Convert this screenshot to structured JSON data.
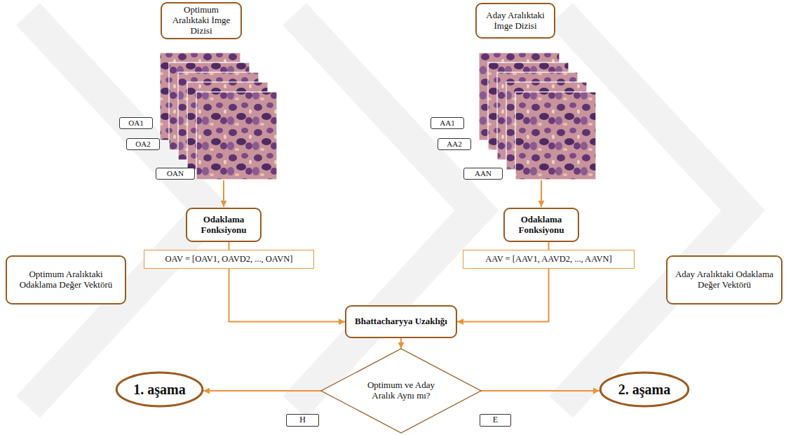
{
  "diagram": {
    "nodes": [
      {
        "text": [
          "Optimum Aralıktaki İmge Dizisi"
        ]
      },
      {
        "text": [
          "Aday Aralıktaki İmge Dizisi"
        ]
      },
      {
        "text": [
          "OA1"
        ]
      },
      {
        "text": [
          "AA1"
        ]
      },
      {
        "text": [
          "OA2"
        ]
      },
      {
        "text": [
          "AA2"
        ]
      },
      {
        "text": [
          "OAN"
        ]
      },
      {
        "text": [
          "AAN"
        ]
      },
      {
        "text": [
          "Odaklama Fonksiyonu"
        ]
      },
      {
        "text": [
          "Odaklama Fonksiyonu"
        ]
      },
      {
        "text": [
          "Optimum Aralıktaki Odaklama Değer Vektörü"
        ]
      },
      {
        "text": [
          "OAV = [OAV1, OAVD2, ..., OAVN]"
        ]
      },
      {
        "text": [
          "AAV = [AAV1, AAVD2, ..., AAVN]"
        ]
      },
      {
        "text": [
          "Aday Aralıktaki Odaklama Değer Vektörü"
        ]
      },
      {
        "text": [
          "Bhattacharyya Uzaklığı"
        ]
      },
      {
        "text": [
          "1. aşama"
        ]
      },
      {
        "text": [
          "Optimum ve Aday Aralık Aynı mı?"
        ]
      },
      {
        "text": [
          "2. aşama"
        ]
      }
    ],
    "edges": [
      {
        "from": 8,
        "to": 11,
        "arrow": "none"
      },
      {
        "from": 9,
        "to": 12,
        "arrow": "none"
      },
      {
        "from": 11,
        "to": 14,
        "arrow": "to"
      },
      {
        "from": 12,
        "to": 14,
        "arrow": "to"
      },
      {
        "from": 14,
        "to": 16,
        "arrow": "to"
      },
      {
        "from": 16,
        "to": 15,
        "label": "H",
        "arrow": "to"
      },
      {
        "from": 16,
        "to": 17,
        "label": "E",
        "arrow": "to"
      }
    ]
  }
}
